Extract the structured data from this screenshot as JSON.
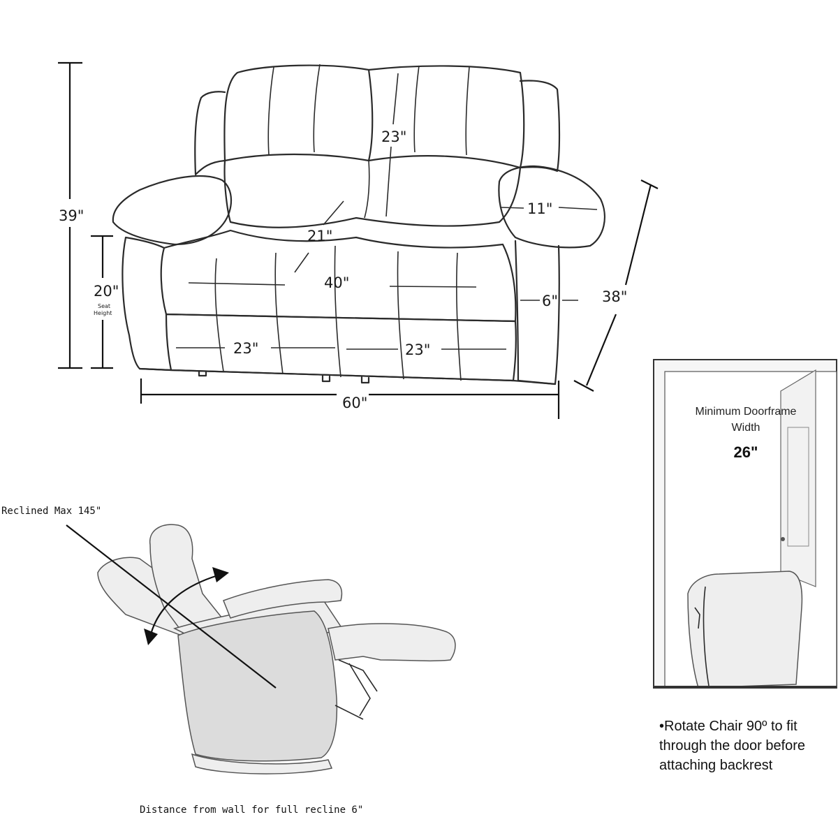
{
  "sofa": {
    "total_height": "39\"",
    "seat_height": "20\"",
    "seat_height_caption_1": "Seat",
    "seat_height_caption_2": "Height",
    "back_height": "23\"",
    "seat_depth": "21\"",
    "seat_width_total": "40\"",
    "arm_width": "11\"",
    "arm_height": "6\"",
    "overall_depth": "38\"",
    "seat_width_left": "23\"",
    "seat_width_right": "23\"",
    "overall_width": "60\""
  },
  "recliner": {
    "angle_label": "Reclined Max 145\"",
    "wall_distance_label": "Distance from wall for full recline 6\""
  },
  "door": {
    "label_line1": "Minimum Doorframe",
    "label_line2": "Width",
    "width_value": "26\"",
    "note_line1": "•Rotate Chair 90º to fit",
    "note_line2": "through the door before",
    "note_line3": "attaching backrest"
  }
}
